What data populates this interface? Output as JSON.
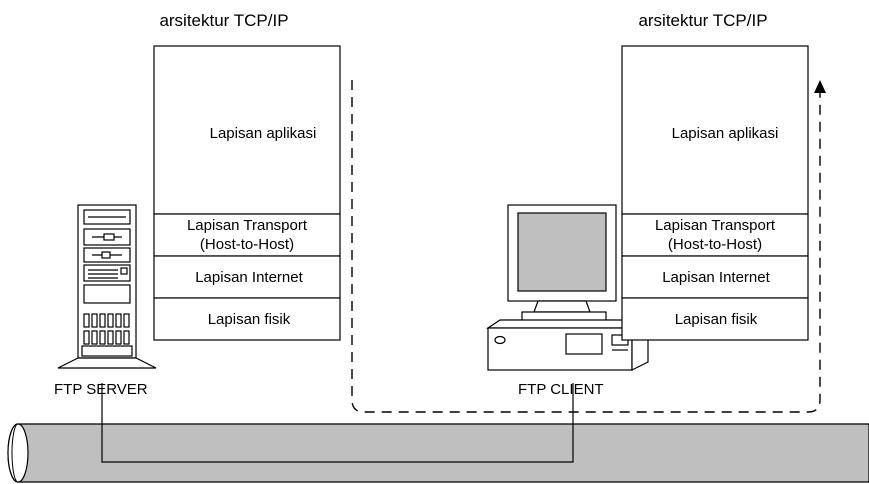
{
  "left_stack": {
    "title": "arsitektur TCP/IP",
    "layers": {
      "application": "Lapisan aplikasi",
      "transport_line1": "Lapisan Transport",
      "transport_line2": "(Host-to-Host)",
      "internet": "Lapisan Internet",
      "physical": "Lapisan fisik"
    }
  },
  "right_stack": {
    "title": "arsitektur TCP/IP",
    "layers": {
      "application": "Lapisan aplikasi",
      "transport_line1": "Lapisan Transport",
      "transport_line2": "(Host-to-Host)",
      "internet": "Lapisan Internet",
      "physical": "Lapisan fisik"
    }
  },
  "server": {
    "label": "FTP SERVER"
  },
  "client": {
    "label": "FTP CLIENT"
  },
  "colors": {
    "line": "#000000",
    "screen": "#bfbfbf",
    "cable_fill": "#bfbfbf"
  }
}
